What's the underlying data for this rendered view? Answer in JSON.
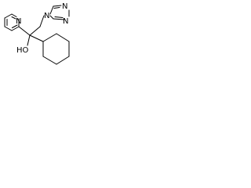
{
  "molecule": {
    "atoms": {
      "pyridine_n": "N",
      "triazole_n1": "N",
      "triazole_n2": "N",
      "triazole_n4": "N",
      "hydroxyl": "HO"
    },
    "color": "#000000"
  }
}
